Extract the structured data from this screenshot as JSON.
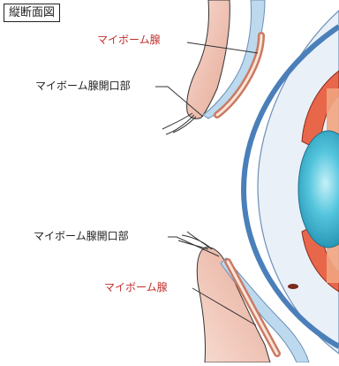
{
  "title": "縦断面図",
  "labels": {
    "upper_gland": "マイボーム腺",
    "upper_opening": "マイボーム腺開口部",
    "lower_opening": "マイボーム腺開口部",
    "lower_gland": "マイボーム腺"
  },
  "colors": {
    "label_red": "#c0302e",
    "label_black": "#222222",
    "eyelid_skin": "#eec3b5",
    "gland": "#e9a58c",
    "conjunctiva": "#bcd9ee",
    "sclera": "#e8eff7",
    "cornea_blue": "#5e93c8",
    "lens": "#4fc3dc",
    "iris": "#e8674a"
  }
}
